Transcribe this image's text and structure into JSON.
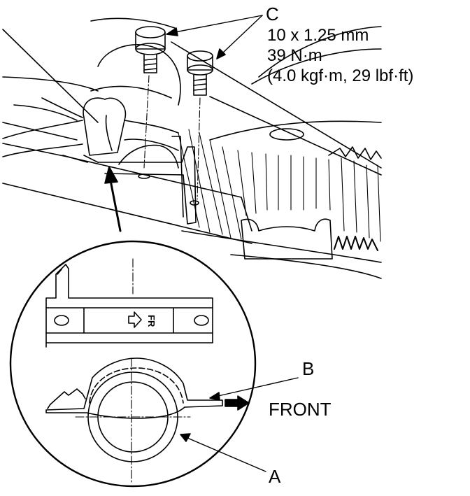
{
  "callouts": {
    "a": "A",
    "b": "B",
    "c": "C"
  },
  "bolt_spec": {
    "size": "10 x 1.25 mm",
    "torque_nm": "39 N·m",
    "torque_alt": "(4.0 kgf·m, 29 lbf·ft)"
  },
  "direction_label": "FRONT",
  "bracket_marking": "FR"
}
